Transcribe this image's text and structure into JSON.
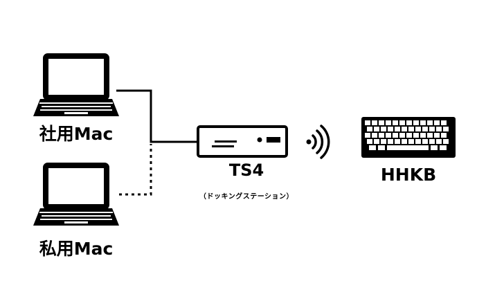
{
  "devices": {
    "work_mac": {
      "label": "社用Mac",
      "icon": "laptop-icon"
    },
    "private_mac": {
      "label": "私用Mac",
      "icon": "laptop-icon"
    },
    "dock": {
      "label": "TS4",
      "sublabel": "（ドッキングステーション）",
      "icon": "docking-station-icon"
    },
    "keyboard": {
      "label": "HHKB",
      "icon": "keyboard-icon"
    }
  },
  "connections": [
    {
      "from": "社用Mac",
      "to": "TS4",
      "style": "solid"
    },
    {
      "from": "私用Mac",
      "to": "TS4",
      "style": "dotted"
    },
    {
      "from": "TS4",
      "to": "HHKB",
      "style": "wireless"
    }
  ],
  "colors": {
    "stroke": "#000000",
    "background": "#ffffff"
  }
}
